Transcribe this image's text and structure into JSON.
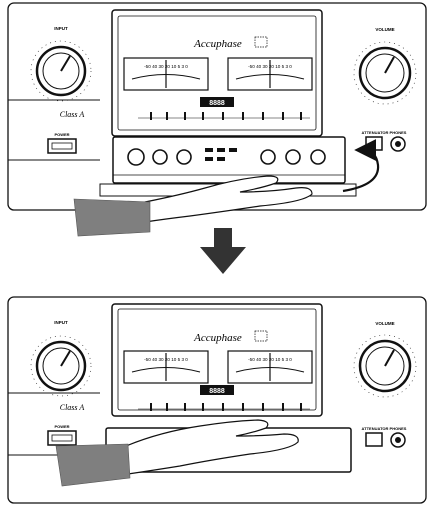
{
  "brand": "Accuphase",
  "class_label": "Class A",
  "knob_labels": {
    "input": "INPUT",
    "volume": "VOLUME"
  },
  "button_labels": {
    "power": "POWER",
    "attenuator": "ATTENUATOR",
    "phones": "PHONES"
  },
  "meter_scale": "-50 40 30 20 10 5 3 0",
  "colors": {
    "ink": "#111111",
    "panel": "#ffffff",
    "hand": "#7f7f7f",
    "arrow": "#333333"
  }
}
